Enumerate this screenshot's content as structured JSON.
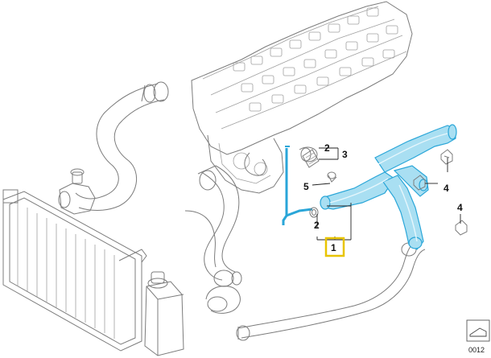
{
  "callouts": {
    "c1": "1",
    "c2a": "2",
    "c2b": "2",
    "c3": "3",
    "c4a": "4",
    "c4b": "4",
    "c5": "5"
  },
  "corner_ref": "0012",
  "highlight_color": "#e8c400",
  "part_color": "#2aa6d8"
}
